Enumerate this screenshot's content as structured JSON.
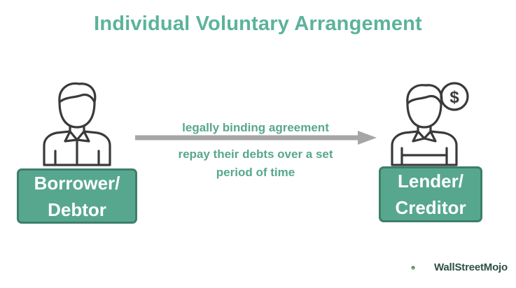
{
  "title": "Individual Voluntary Arrangement",
  "borrower": {
    "line1": "Borrower/",
    "line2": "Debtor",
    "icon": "person-icon"
  },
  "lender": {
    "line1": "Lender/",
    "line2": "Creditor",
    "icon": "person-icon",
    "badge_symbol": "$"
  },
  "arrow": {
    "label_top": "legally binding agreement",
    "label_bottom_line1": "repay their debts over a set",
    "label_bottom_line2": "period of time"
  },
  "branding": {
    "logo_text": "WallStreetMojo"
  },
  "colors": {
    "accent": "#57a78e",
    "accent_dark": "#3d7f6b",
    "title": "#5bb39a",
    "icon_stroke": "#3a3a3a",
    "arrow": "#a6a6a6"
  }
}
